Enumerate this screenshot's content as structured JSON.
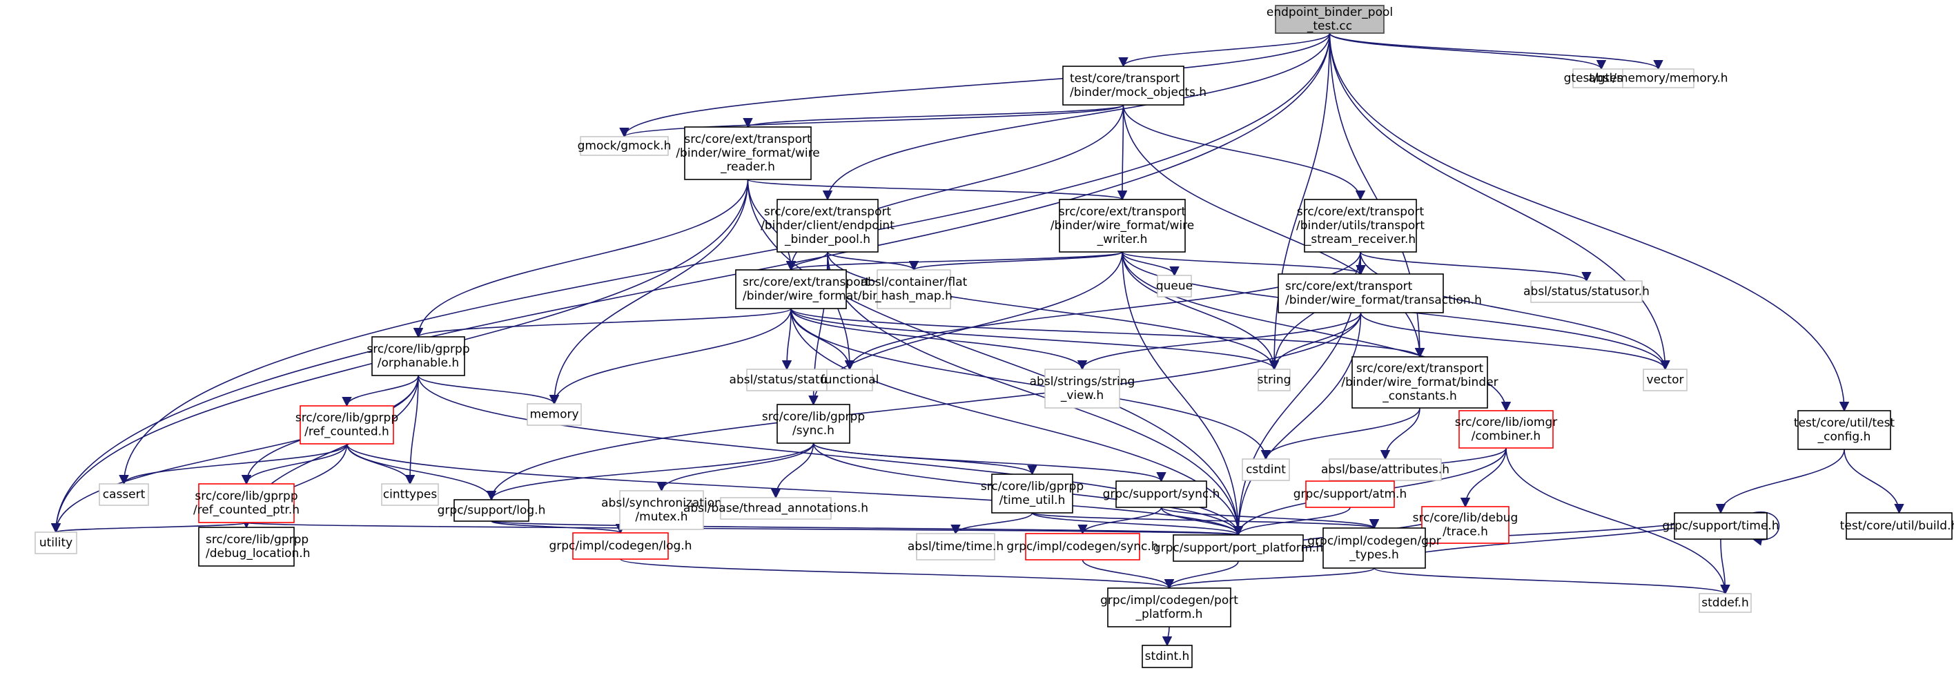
{
  "title": "endpoint_binder_pool_test.cc include dependency graph",
  "colors": {
    "edge": "#191970",
    "root_fill": "#bfbfbf",
    "documented_border": "#000000",
    "external_border": "#bfbfbf",
    "incomplete_border": "#ff0000"
  },
  "nodes": [
    {
      "id": "root",
      "lines": [
        "endpoint_binder_pool",
        "_test.cc"
      ],
      "kind": "root"
    },
    {
      "id": "mock_objects",
      "lines": [
        "test/core/transport",
        "/binder/mock_objects.h"
      ],
      "kind": "doc",
      "align": "left"
    },
    {
      "id": "gtest",
      "lines": [
        "gtest/gtest.h"
      ],
      "kind": "ext"
    },
    {
      "id": "absl_memory",
      "lines": [
        "absl/memory/memory.h"
      ],
      "kind": "ext"
    },
    {
      "id": "gmock",
      "lines": [
        "gmock/gmock.h"
      ],
      "kind": "ext"
    },
    {
      "id": "wire_reader",
      "lines": [
        "src/core/ext/transport",
        "/binder/wire_format/wire",
        "_reader.h"
      ],
      "kind": "doc"
    },
    {
      "id": "endpoint_binder_pool",
      "lines": [
        "src/core/ext/transport",
        "/binder/client/endpoint",
        "_binder_pool.h"
      ],
      "kind": "doc"
    },
    {
      "id": "wire_writer",
      "lines": [
        "src/core/ext/transport",
        "/binder/wire_format/wire",
        "_writer.h"
      ],
      "kind": "doc"
    },
    {
      "id": "transport_stream_receiver",
      "lines": [
        "src/core/ext/transport",
        "/binder/utils/transport",
        "_stream_receiver.h"
      ],
      "kind": "doc"
    },
    {
      "id": "binder_h",
      "lines": [
        "src/core/ext/transport",
        "/binder/wire_format/binder.h"
      ],
      "kind": "doc",
      "align": "left"
    },
    {
      "id": "flat_hash_map",
      "lines": [
        "absl/container/flat",
        "_hash_map.h"
      ],
      "kind": "ext"
    },
    {
      "id": "queue",
      "lines": [
        "queue"
      ],
      "kind": "ext"
    },
    {
      "id": "transaction",
      "lines": [
        "src/core/ext/transport",
        "/binder/wire_format/transaction.h"
      ],
      "kind": "doc",
      "align": "left"
    },
    {
      "id": "statusor",
      "lines": [
        "absl/status/statusor.h"
      ],
      "kind": "ext"
    },
    {
      "id": "orphanable",
      "lines": [
        "src/core/lib/gprpp",
        "/orphanable.h"
      ],
      "kind": "doc"
    },
    {
      "id": "status",
      "lines": [
        "absl/status/status.h"
      ],
      "kind": "ext"
    },
    {
      "id": "functional",
      "lines": [
        "functional"
      ],
      "kind": "ext"
    },
    {
      "id": "string_view",
      "lines": [
        "absl/strings/string",
        "_view.h"
      ],
      "kind": "ext"
    },
    {
      "id": "string",
      "lines": [
        "string"
      ],
      "kind": "ext"
    },
    {
      "id": "binder_constants",
      "lines": [
        "src/core/ext/transport",
        "/binder/wire_format/binder",
        "_constants.h"
      ],
      "kind": "doc"
    },
    {
      "id": "vector",
      "lines": [
        "vector"
      ],
      "kind": "ext"
    },
    {
      "id": "memory",
      "lines": [
        "memory"
      ],
      "kind": "ext"
    },
    {
      "id": "ref_counted",
      "lines": [
        "src/core/lib/gprpp",
        "/ref_counted.h"
      ],
      "kind": "red"
    },
    {
      "id": "sync_h",
      "lines": [
        "src/core/lib/gprpp",
        "/sync.h"
      ],
      "kind": "doc"
    },
    {
      "id": "cstdint",
      "lines": [
        "cstdint"
      ],
      "kind": "ext"
    },
    {
      "id": "attributes",
      "lines": [
        "absl/base/attributes.h"
      ],
      "kind": "ext"
    },
    {
      "id": "combiner",
      "lines": [
        "src/core/lib/iomgr",
        "/combiner.h"
      ],
      "kind": "red"
    },
    {
      "id": "test_config",
      "lines": [
        "test/core/util/test",
        "_config.h"
      ],
      "kind": "doc"
    },
    {
      "id": "cassert",
      "lines": [
        "cassert"
      ],
      "kind": "ext"
    },
    {
      "id": "ref_counted_ptr",
      "lines": [
        "src/core/lib/gprpp",
        "/ref_counted_ptr.h"
      ],
      "kind": "red"
    },
    {
      "id": "cinttypes",
      "lines": [
        "cinttypes"
      ],
      "kind": "ext"
    },
    {
      "id": "support_log",
      "lines": [
        "grpc/support/log.h"
      ],
      "kind": "doc"
    },
    {
      "id": "mutex",
      "lines": [
        "absl/synchronization",
        "/mutex.h"
      ],
      "kind": "ext"
    },
    {
      "id": "thread_annotations",
      "lines": [
        "absl/base/thread_annotations.h"
      ],
      "kind": "ext"
    },
    {
      "id": "time_util",
      "lines": [
        "src/core/lib/gprpp",
        "/time_util.h"
      ],
      "kind": "doc"
    },
    {
      "id": "support_sync",
      "lines": [
        "grpc/support/sync.h"
      ],
      "kind": "doc"
    },
    {
      "id": "atm",
      "lines": [
        "grpc/support/atm.h"
      ],
      "kind": "red"
    },
    {
      "id": "trace",
      "lines": [
        "src/core/lib/debug",
        "/trace.h"
      ],
      "kind": "red"
    },
    {
      "id": "support_time",
      "lines": [
        "grpc/support/time.h"
      ],
      "kind": "doc"
    },
    {
      "id": "build",
      "lines": [
        "test/core/util/build.h"
      ],
      "kind": "doc"
    },
    {
      "id": "utility",
      "lines": [
        "utility"
      ],
      "kind": "ext"
    },
    {
      "id": "debug_location",
      "lines": [
        "src/core/lib/gprpp",
        "/debug_location.h"
      ],
      "kind": "doc",
      "align": "left"
    },
    {
      "id": "codegen_log",
      "lines": [
        "grpc/impl/codegen/log.h"
      ],
      "kind": "red"
    },
    {
      "id": "time_h",
      "lines": [
        "absl/time/time.h"
      ],
      "kind": "ext"
    },
    {
      "id": "codegen_sync",
      "lines": [
        "grpc/impl/codegen/sync.h"
      ],
      "kind": "red"
    },
    {
      "id": "port_platform",
      "lines": [
        "grpc/support/port_platform.h"
      ],
      "kind": "doc"
    },
    {
      "id": "gpr_types",
      "lines": [
        "grpc/impl/codegen/gpr",
        "_types.h"
      ],
      "kind": "doc"
    },
    {
      "id": "stddef",
      "lines": [
        "stddef.h"
      ],
      "kind": "ext"
    },
    {
      "id": "codegen_port_platform",
      "lines": [
        "grpc/impl/codegen/port",
        "_platform.h"
      ],
      "kind": "doc"
    },
    {
      "id": "stdint",
      "lines": [
        "stdint.h"
      ],
      "kind": "doc"
    }
  ],
  "edges": [
    [
      "root",
      "mock_objects"
    ],
    [
      "root",
      "gtest"
    ],
    [
      "root",
      "absl_memory"
    ],
    [
      "root",
      "gmock"
    ],
    [
      "root",
      "endpoint_binder_pool"
    ],
    [
      "root",
      "utility"
    ],
    [
      "root",
      "cassert"
    ],
    [
      "root",
      "vector"
    ],
    [
      "root",
      "test_config"
    ],
    [
      "root",
      "string"
    ],
    [
      "root",
      "binder_constants"
    ],
    [
      "mock_objects",
      "gmock"
    ],
    [
      "mock_objects",
      "wire_reader"
    ],
    [
      "mock_objects",
      "wire_writer"
    ],
    [
      "mock_objects",
      "transport_stream_receiver"
    ],
    [
      "mock_objects",
      "binder_h"
    ],
    [
      "mock_objects",
      "binder_constants"
    ],
    [
      "wire_reader",
      "wire_writer"
    ],
    [
      "wire_reader",
      "binder_h"
    ],
    [
      "wire_reader",
      "orphanable"
    ],
    [
      "wire_reader",
      "memory"
    ],
    [
      "wire_reader",
      "utility"
    ],
    [
      "wire_reader",
      "port_platform"
    ],
    [
      "endpoint_binder_pool",
      "binder_h"
    ],
    [
      "endpoint_binder_pool",
      "flat_hash_map"
    ],
    [
      "endpoint_binder_pool",
      "functional"
    ],
    [
      "endpoint_binder_pool",
      "sync_h"
    ],
    [
      "endpoint_binder_pool",
      "port_platform"
    ],
    [
      "endpoint_binder_pool",
      "string"
    ],
    [
      "wire_writer",
      "binder_h"
    ],
    [
      "wire_writer",
      "flat_hash_map"
    ],
    [
      "wire_writer",
      "queue"
    ],
    [
      "wire_writer",
      "transaction"
    ],
    [
      "wire_writer",
      "string"
    ],
    [
      "wire_writer",
      "vector"
    ],
    [
      "wire_writer",
      "sync_h"
    ],
    [
      "wire_writer",
      "combiner"
    ],
    [
      "wire_writer",
      "port_platform"
    ],
    [
      "transport_stream_receiver",
      "transaction"
    ],
    [
      "transport_stream_receiver",
      "statusor"
    ],
    [
      "transport_stream_receiver",
      "vector"
    ],
    [
      "transport_stream_receiver",
      "string"
    ],
    [
      "transport_stream_receiver",
      "functional"
    ],
    [
      "transport_stream_receiver",
      "port_platform"
    ],
    [
      "binder_h",
      "orphanable"
    ],
    [
      "binder_h",
      "status"
    ],
    [
      "binder_h",
      "functional"
    ],
    [
      "binder_h",
      "string_view"
    ],
    [
      "binder_h",
      "string"
    ],
    [
      "binder_h",
      "binder_constants"
    ],
    [
      "binder_h",
      "cstdint"
    ],
    [
      "binder_h",
      "memory"
    ],
    [
      "binder_h",
      "port_platform"
    ],
    [
      "transaction",
      "string_view"
    ],
    [
      "transaction",
      "string"
    ],
    [
      "transaction",
      "vector"
    ],
    [
      "transaction",
      "support_log"
    ],
    [
      "transaction",
      "port_platform"
    ],
    [
      "binder_constants",
      "cstdint"
    ],
    [
      "binder_constants",
      "attributes"
    ],
    [
      "orphanable",
      "ref_counted"
    ],
    [
      "orphanable",
      "memory"
    ],
    [
      "orphanable",
      "cinttypes"
    ],
    [
      "orphanable",
      "ref_counted_ptr"
    ],
    [
      "orphanable",
      "debug_location"
    ],
    [
      "orphanable",
      "utility"
    ],
    [
      "orphanable",
      "port_platform"
    ],
    [
      "ref_counted",
      "cassert"
    ],
    [
      "ref_counted",
      "ref_counted_ptr"
    ],
    [
      "ref_counted",
      "cinttypes"
    ],
    [
      "ref_counted",
      "support_log"
    ],
    [
      "ref_counted",
      "debug_location"
    ],
    [
      "ref_counted",
      "port_platform"
    ],
    [
      "ref_counted_ptr",
      "utility"
    ],
    [
      "ref_counted_ptr",
      "debug_location"
    ],
    [
      "ref_counted_ptr",
      "port_platform"
    ],
    [
      "sync_h",
      "support_log"
    ],
    [
      "sync_h",
      "mutex"
    ],
    [
      "sync_h",
      "thread_annotations"
    ],
    [
      "sync_h",
      "time_util"
    ],
    [
      "sync_h",
      "support_sync"
    ],
    [
      "sync_h",
      "port_platform"
    ],
    [
      "combiner",
      "atm"
    ],
    [
      "combiner",
      "trace"
    ],
    [
      "combiner",
      "port_platform"
    ],
    [
      "combiner",
      "stddef"
    ],
    [
      "test_config",
      "support_time"
    ],
    [
      "test_config",
      "build"
    ],
    [
      "support_log",
      "codegen_log"
    ],
    [
      "support_log",
      "port_platform"
    ],
    [
      "time_util",
      "time_h"
    ],
    [
      "time_util",
      "port_platform"
    ],
    [
      "time_util",
      "gpr_types"
    ],
    [
      "support_sync",
      "codegen_sync"
    ],
    [
      "support_sync",
      "port_platform"
    ],
    [
      "support_sync",
      "gpr_types"
    ],
    [
      "atm",
      "port_platform"
    ],
    [
      "trace",
      "port_platform"
    ],
    [
      "support_time",
      "support_time"
    ],
    [
      "support_time",
      "port_platform"
    ],
    [
      "support_time",
      "gpr_types"
    ],
    [
      "support_time",
      "stddef"
    ],
    [
      "codegen_log",
      "codegen_port_platform"
    ],
    [
      "codegen_sync",
      "codegen_port_platform"
    ],
    [
      "port_platform",
      "codegen_port_platform"
    ],
    [
      "gpr_types",
      "codegen_port_platform"
    ],
    [
      "gpr_types",
      "stddef"
    ],
    [
      "codegen_port_platform",
      "stdint"
    ]
  ]
}
